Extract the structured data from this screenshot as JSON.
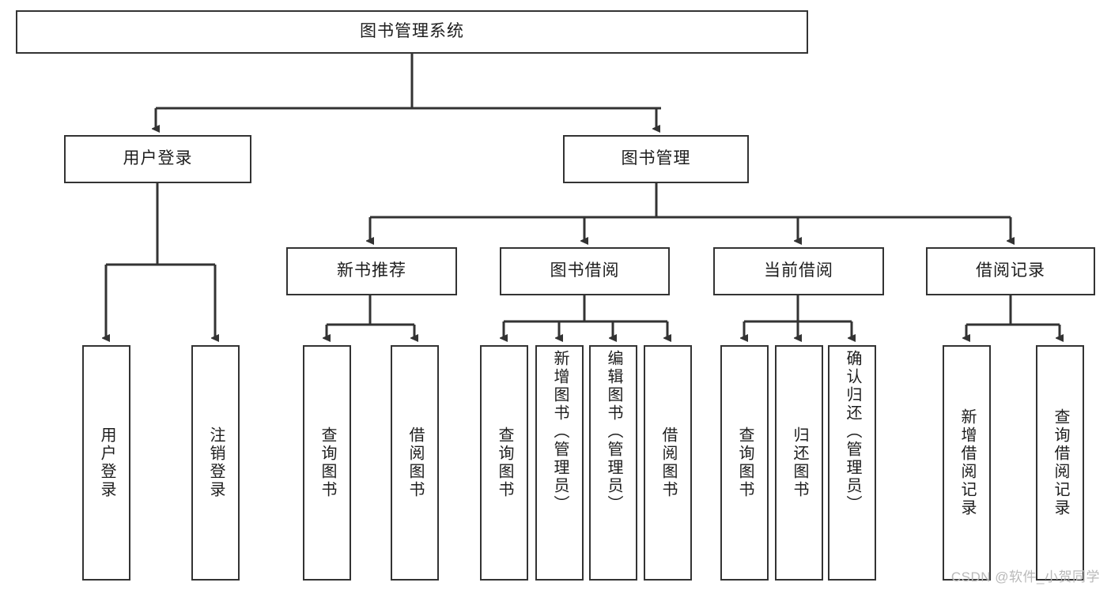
{
  "diagram": {
    "title": "图书管理系统",
    "type": "hierarchy-tree",
    "background_color": "#ffffff",
    "box_border_color": "#333333",
    "text_color": "#1d1d1d",
    "root": {
      "label": "图书管理系统"
    },
    "level2": [
      {
        "label": "用户登录"
      },
      {
        "label": "图书管理"
      }
    ],
    "level3": [
      {
        "label": "新书推荐"
      },
      {
        "label": "图书借阅"
      },
      {
        "label": "当前借阅"
      },
      {
        "label": "借阅记录"
      }
    ],
    "leaves": {
      "user_login": [
        {
          "label": "用户登录"
        },
        {
          "label": "注销登录"
        }
      ],
      "new_book_recommend": [
        {
          "label": "查询图书"
        },
        {
          "label": "借阅图书"
        }
      ],
      "book_borrow": [
        {
          "label": "查询图书"
        },
        {
          "label": "新增图书（管理员）"
        },
        {
          "label": "编辑图书（管理员）"
        },
        {
          "label": "借阅图书"
        }
      ],
      "current_borrow": [
        {
          "label": "查询图书"
        },
        {
          "label": "归还图书"
        },
        {
          "label": "确认归还（管理员）"
        }
      ],
      "borrow_record": [
        {
          "label": "新增借阅记录"
        },
        {
          "label": "查询借阅记录"
        }
      ]
    }
  },
  "watermark": {
    "text": "CSDN @软件_小贺同学",
    "color": "#b9b9b9"
  }
}
